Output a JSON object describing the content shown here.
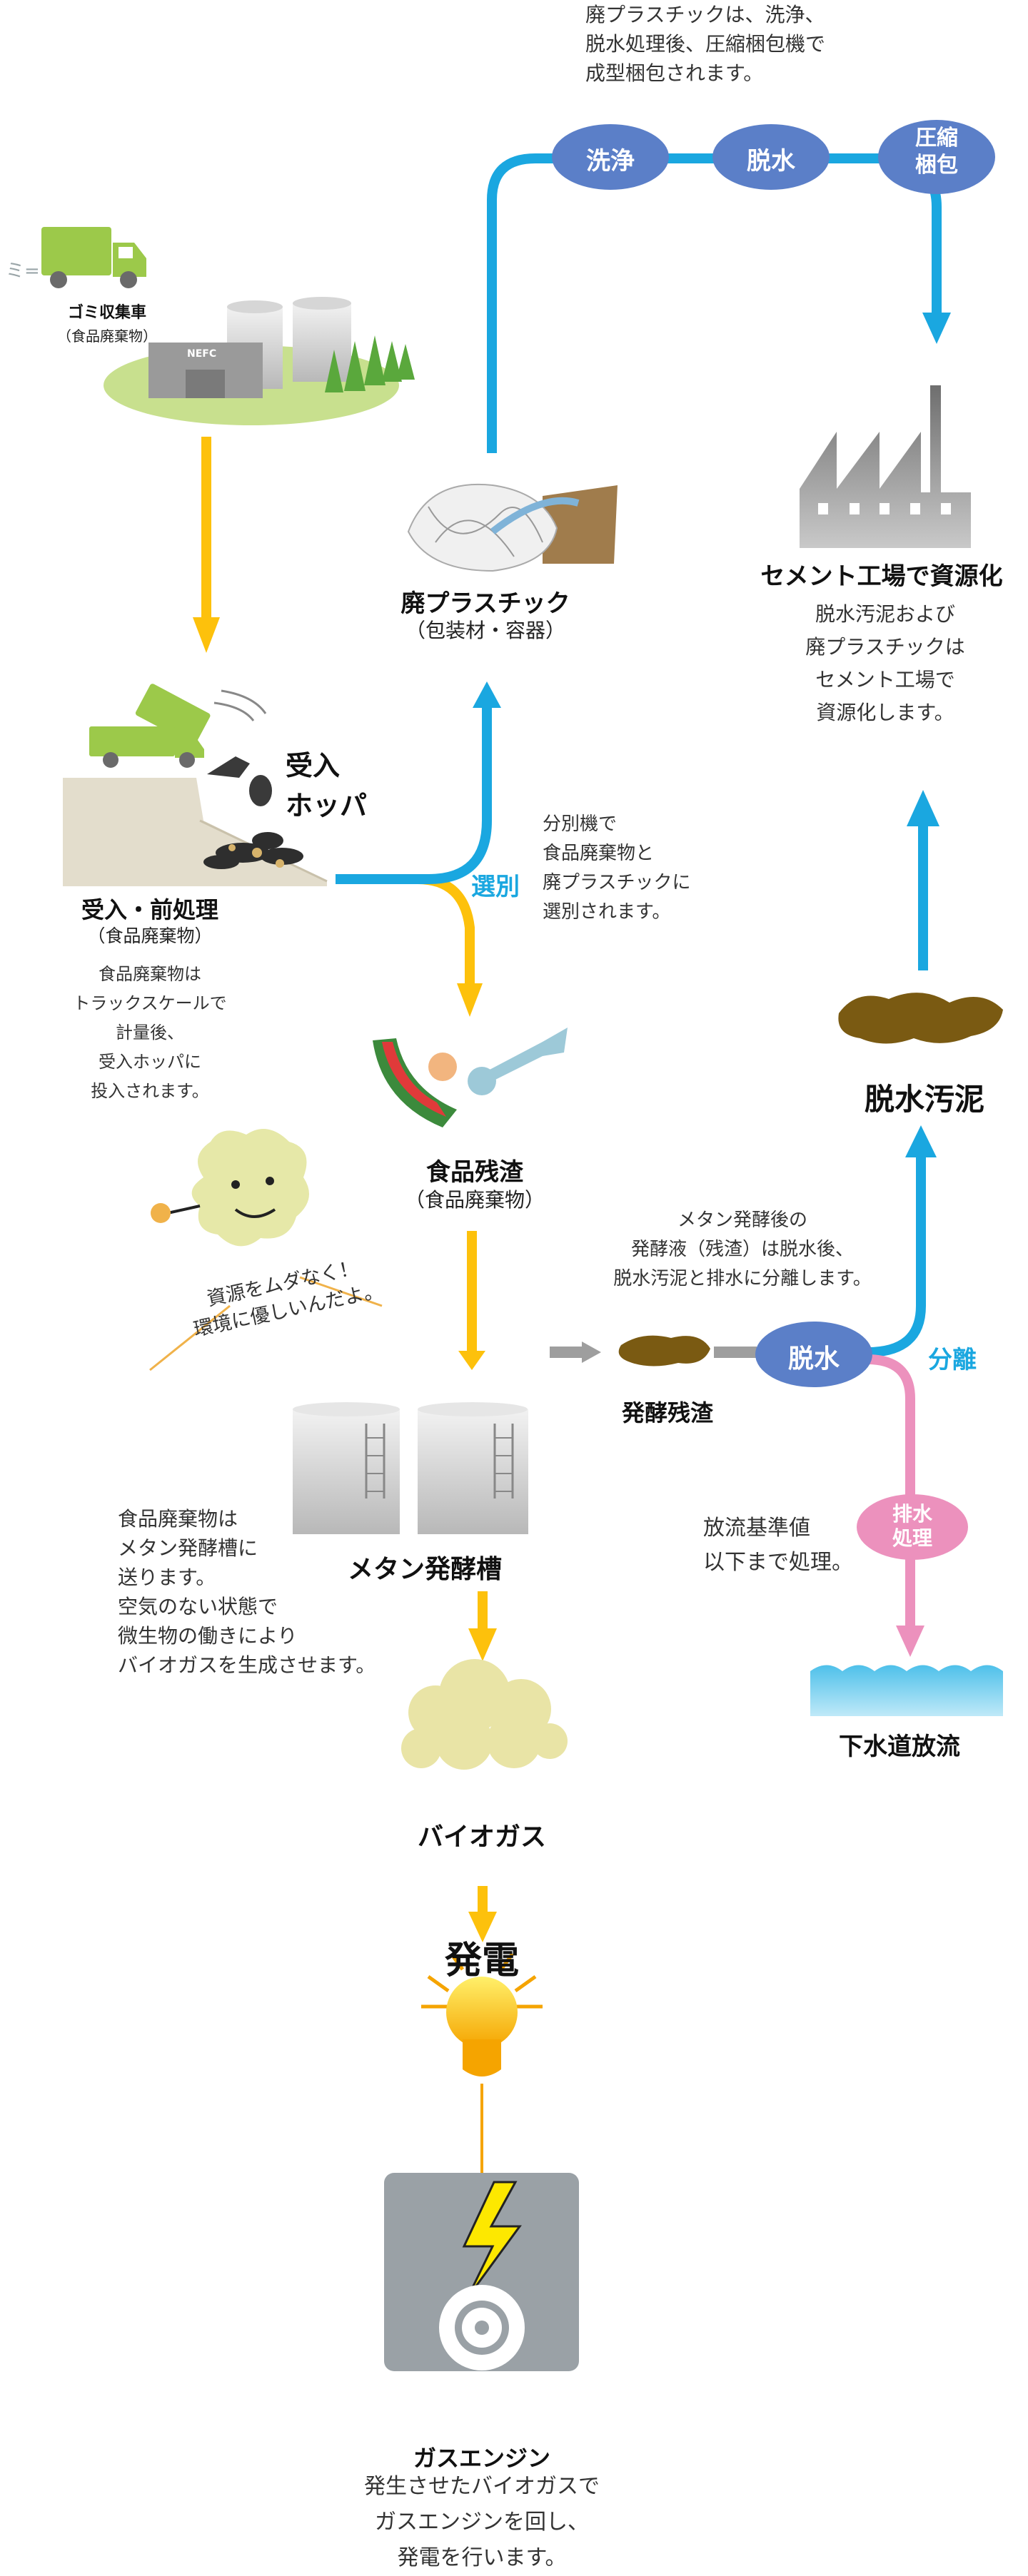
{
  "collection": {
    "truck_label": "ゴミ収集車",
    "truck_sub": "（食品廃棄物）",
    "facility_sign": "NEFC"
  },
  "receiving": {
    "hopper_label": "受入\nホッパ",
    "title": "受入・前処理",
    "sub": "（食品廃棄物）",
    "desc": "食品廃棄物は\nトラックスケールで\n計量後、\n受入ホッパに\n投入されます。"
  },
  "sorting": {
    "label": "選別",
    "desc": "分別機で\n食品廃棄物と\n廃プラスチックに\n選別されます。"
  },
  "plastic": {
    "title": "廃プラスチック",
    "sub": "（包装材・容器）",
    "top_note": "廃プラスチックは、洗浄、\n脱水処理後、圧縮梱包機で\n成型梱包されます。",
    "steps": [
      "洗浄",
      "脱水",
      "圧縮\n梱包"
    ]
  },
  "cement": {
    "title": "セメント工場で資源化",
    "desc": "脱水汚泥および\n廃プラスチックは\nセメント工場で\n資源化します。"
  },
  "food_residue": {
    "title": "食品残渣",
    "sub": "（食品廃棄物）"
  },
  "mascot": {
    "speech": "資源をムダなく！\n環境に優しいんだよ。"
  },
  "fermentation": {
    "tank_title": "メタン発酵槽",
    "desc": "食品廃棄物は\nメタン発酵槽に\n送ります。\n空気のない状態で\n微生物の働きにより\nバイオガスを生成させます。",
    "residue_label": "発酵残渣",
    "residue_desc": "メタン発酵後の\n発酵液（残渣）は脱水後、\n脱水汚泥と排水に分離します。",
    "dehydrate": "脱水",
    "separation": "分離"
  },
  "sludge": {
    "title": "脱水汚泥"
  },
  "wastewater": {
    "treat": "排水\n処理",
    "desc": "放流基準値\n以下まで処理。",
    "discharge": "下水道放流"
  },
  "biogas": {
    "title": "バイオガス"
  },
  "power": {
    "title": "発電"
  },
  "engine": {
    "title": "ガスエンジン",
    "desc": "発生させたバイオガスで\nガスエンジンを回し、\n発電を行います。"
  },
  "colors": {
    "yellow": "#fdc10c",
    "blue": "#1aa7e0",
    "oval": "#5b7fc8",
    "pink": "#ec91bd",
    "green": "#9cc94a",
    "sludge": "#7a5a12"
  }
}
